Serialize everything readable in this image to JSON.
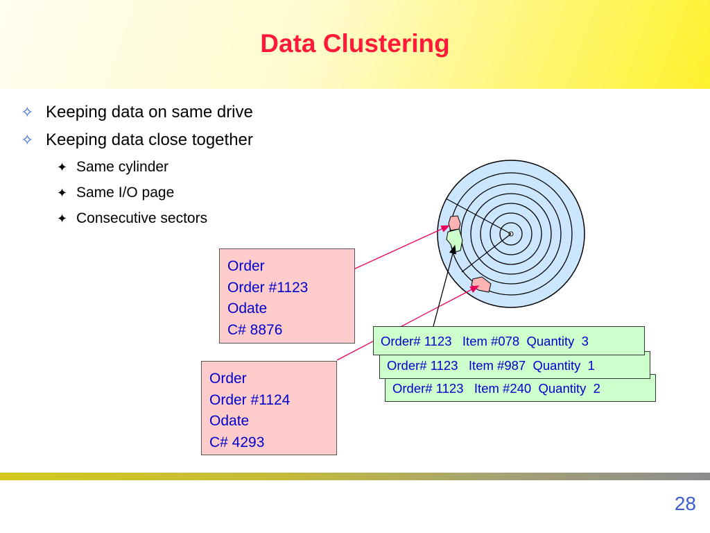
{
  "slide": {
    "title": "Data Clustering",
    "page_number": "28"
  },
  "bullets": {
    "level1": [
      "Keeping data on same drive",
      "Keeping data close together"
    ],
    "level2": [
      "Same cylinder",
      "Same I/O page",
      "Consecutive sectors"
    ]
  },
  "order_boxes": [
    {
      "lines": [
        "Order",
        "Order #1123",
        "Odate",
        "C# 8876"
      ]
    },
    {
      "lines": [
        "Order",
        "Order #1124",
        "Odate",
        "C# 4293"
      ]
    }
  ],
  "item_boxes": [
    "Order# 1123   Item #078  Quantity  3",
    "Order# 1123   Item #987  Quantity  1",
    "Order# 1123   Item #240  Quantity  2"
  ],
  "colors": {
    "title": "#ff1a3a",
    "bullet_marker": "#3366cc",
    "box_text": "#0000cc",
    "order_box_fill": "#ffcccc",
    "item_box_fill": "#ccffcc",
    "disk_fill": "#cce6ff",
    "arrow": "#e8005a"
  }
}
